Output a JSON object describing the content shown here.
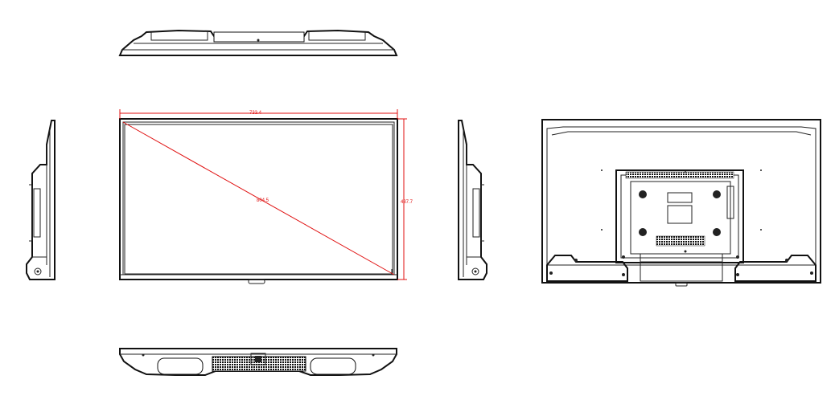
{
  "views": [
    "top-view",
    "left-side-view",
    "front-view",
    "right-side-view",
    "back-view",
    "bottom-view"
  ],
  "dimensions": {
    "width": "733.4",
    "diagonal": "804.5",
    "height": "437.7"
  },
  "colors": {
    "line": "#222222",
    "dimension": "#e01010",
    "background": "#ffffff"
  }
}
